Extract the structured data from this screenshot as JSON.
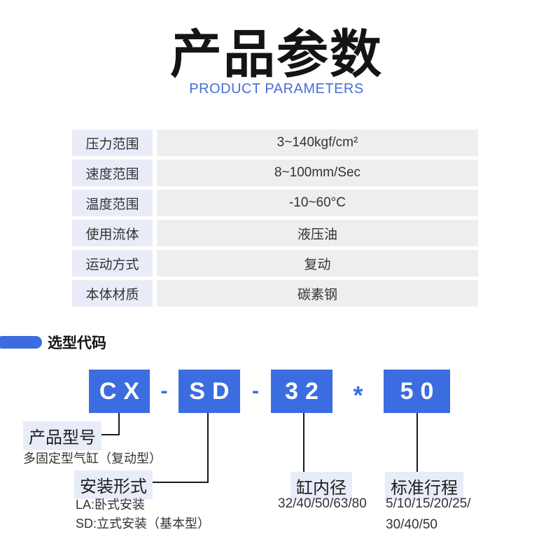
{
  "header": {
    "title_zh": "产品参数",
    "title_en": "PRODUCT PARAMETERS"
  },
  "colors": {
    "accent_blue": "#3b6ce0",
    "subtitle_blue": "#4a6cd6",
    "table_label_bg": "#e9ecf8",
    "table_value_bg": "#eeeeee",
    "callout_highlight_bg": "#e7ecf8"
  },
  "spec_table": {
    "rows": [
      {
        "label": "压力范围",
        "value": "3~140kgf/cm²"
      },
      {
        "label": "速度范围",
        "value": "8~100mm/Sec"
      },
      {
        "label": "温度范围",
        "value": "-10~60°C"
      },
      {
        "label": "使用流体",
        "value": "液压油"
      },
      {
        "label": "运动方式",
        "value": "复动"
      },
      {
        "label": "本体材质",
        "value": "碳素钢"
      }
    ]
  },
  "selection_code": {
    "heading": "选型代码",
    "code_boxes": [
      "CX",
      "SD",
      "32",
      "50"
    ],
    "separators": [
      "-",
      "-",
      "*"
    ],
    "callouts": [
      {
        "label": "产品型号",
        "lines": [
          "多固定型气缸（复动型）"
        ]
      },
      {
        "label": "安装形式",
        "lines": [
          "LA:卧式安装",
          "SD:立式安装（基本型）"
        ]
      },
      {
        "label": "缸内径",
        "lines": [
          "32/40/50/63/80"
        ]
      },
      {
        "label": "标准行程",
        "lines": [
          "5/10/15/20/25/",
          "30/40/50"
        ]
      }
    ]
  }
}
